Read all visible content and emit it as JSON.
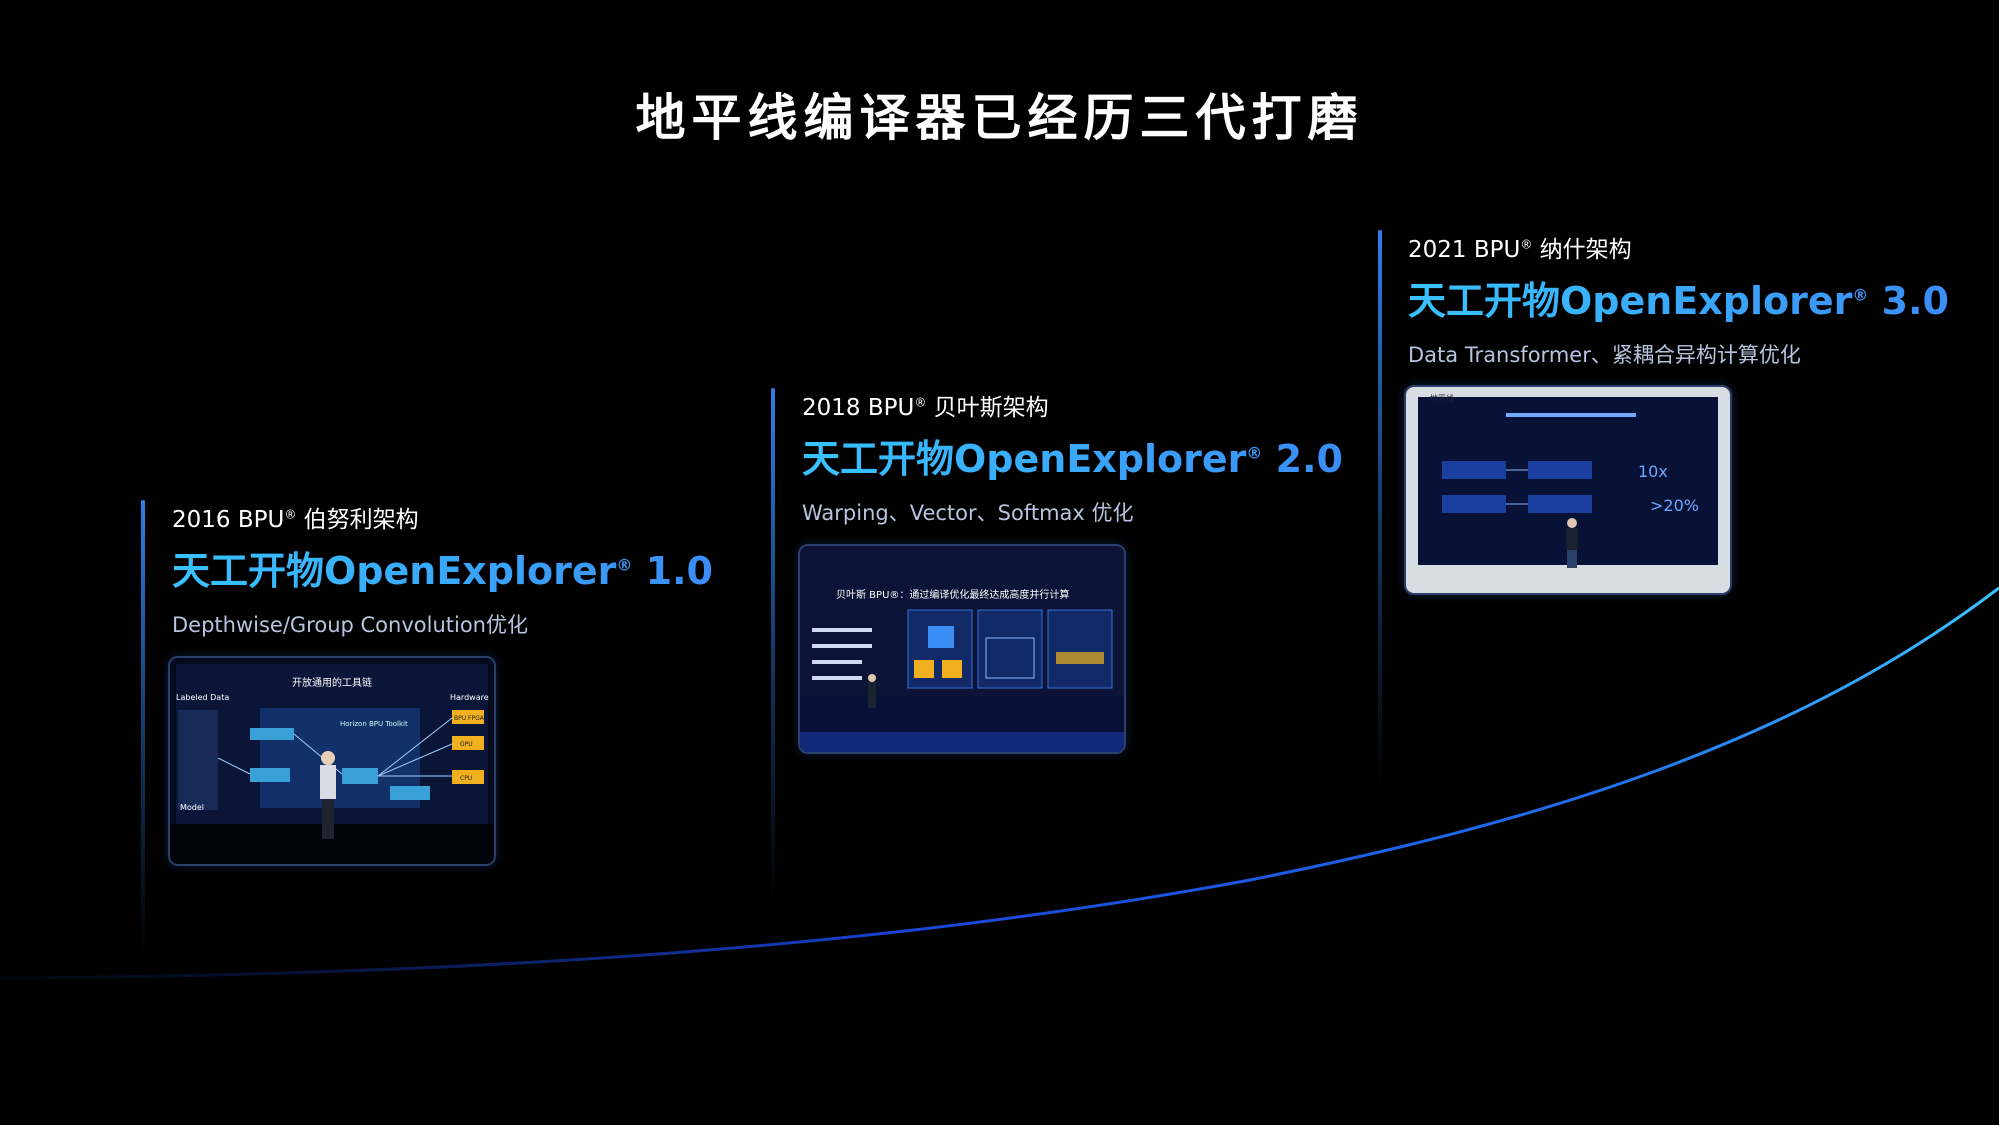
{
  "slide": {
    "title": "地平线编译器已经历三代打磨"
  },
  "milestones": [
    {
      "year": "2016 BPU",
      "arch": "伯努利架构",
      "product": "天工开物OpenExplorer",
      "version": "1.0",
      "description": "Depthwise/Group  Convolution优化",
      "photo": {
        "slide_title": "开放通用的工具链",
        "left_label": "Labeled Data",
        "right_label": "Hardware",
        "center_label": "Horizon BPU Toolkit",
        "bottom_label": "Model",
        "hw_items": [
          "BPU FPGA",
          "GPU",
          "CPU"
        ]
      }
    },
    {
      "year": "2018 BPU",
      "arch": "贝叶斯架构",
      "product": "天工开物OpenExplorer",
      "version": "2.0",
      "description": "Warping、Vector、Softmax 优化",
      "photo": {
        "slide_title": "贝叶斯 BPU®：通过编译优化最终达成高度并行计算"
      }
    },
    {
      "year": "2021 BPU",
      "arch": "纳什架构",
      "product": "天工开物OpenExplorer",
      "version": "3.0",
      "description": "Data Transformer、紧耦合异构计算优化",
      "photo": {
        "logo_text": "地平线",
        "stat_1": "10x",
        "stat_2": ">20%"
      }
    }
  ],
  "colors": {
    "background": "#000000",
    "accent_cyan": "#39c3ff",
    "accent_blue": "#3a8df5"
  }
}
